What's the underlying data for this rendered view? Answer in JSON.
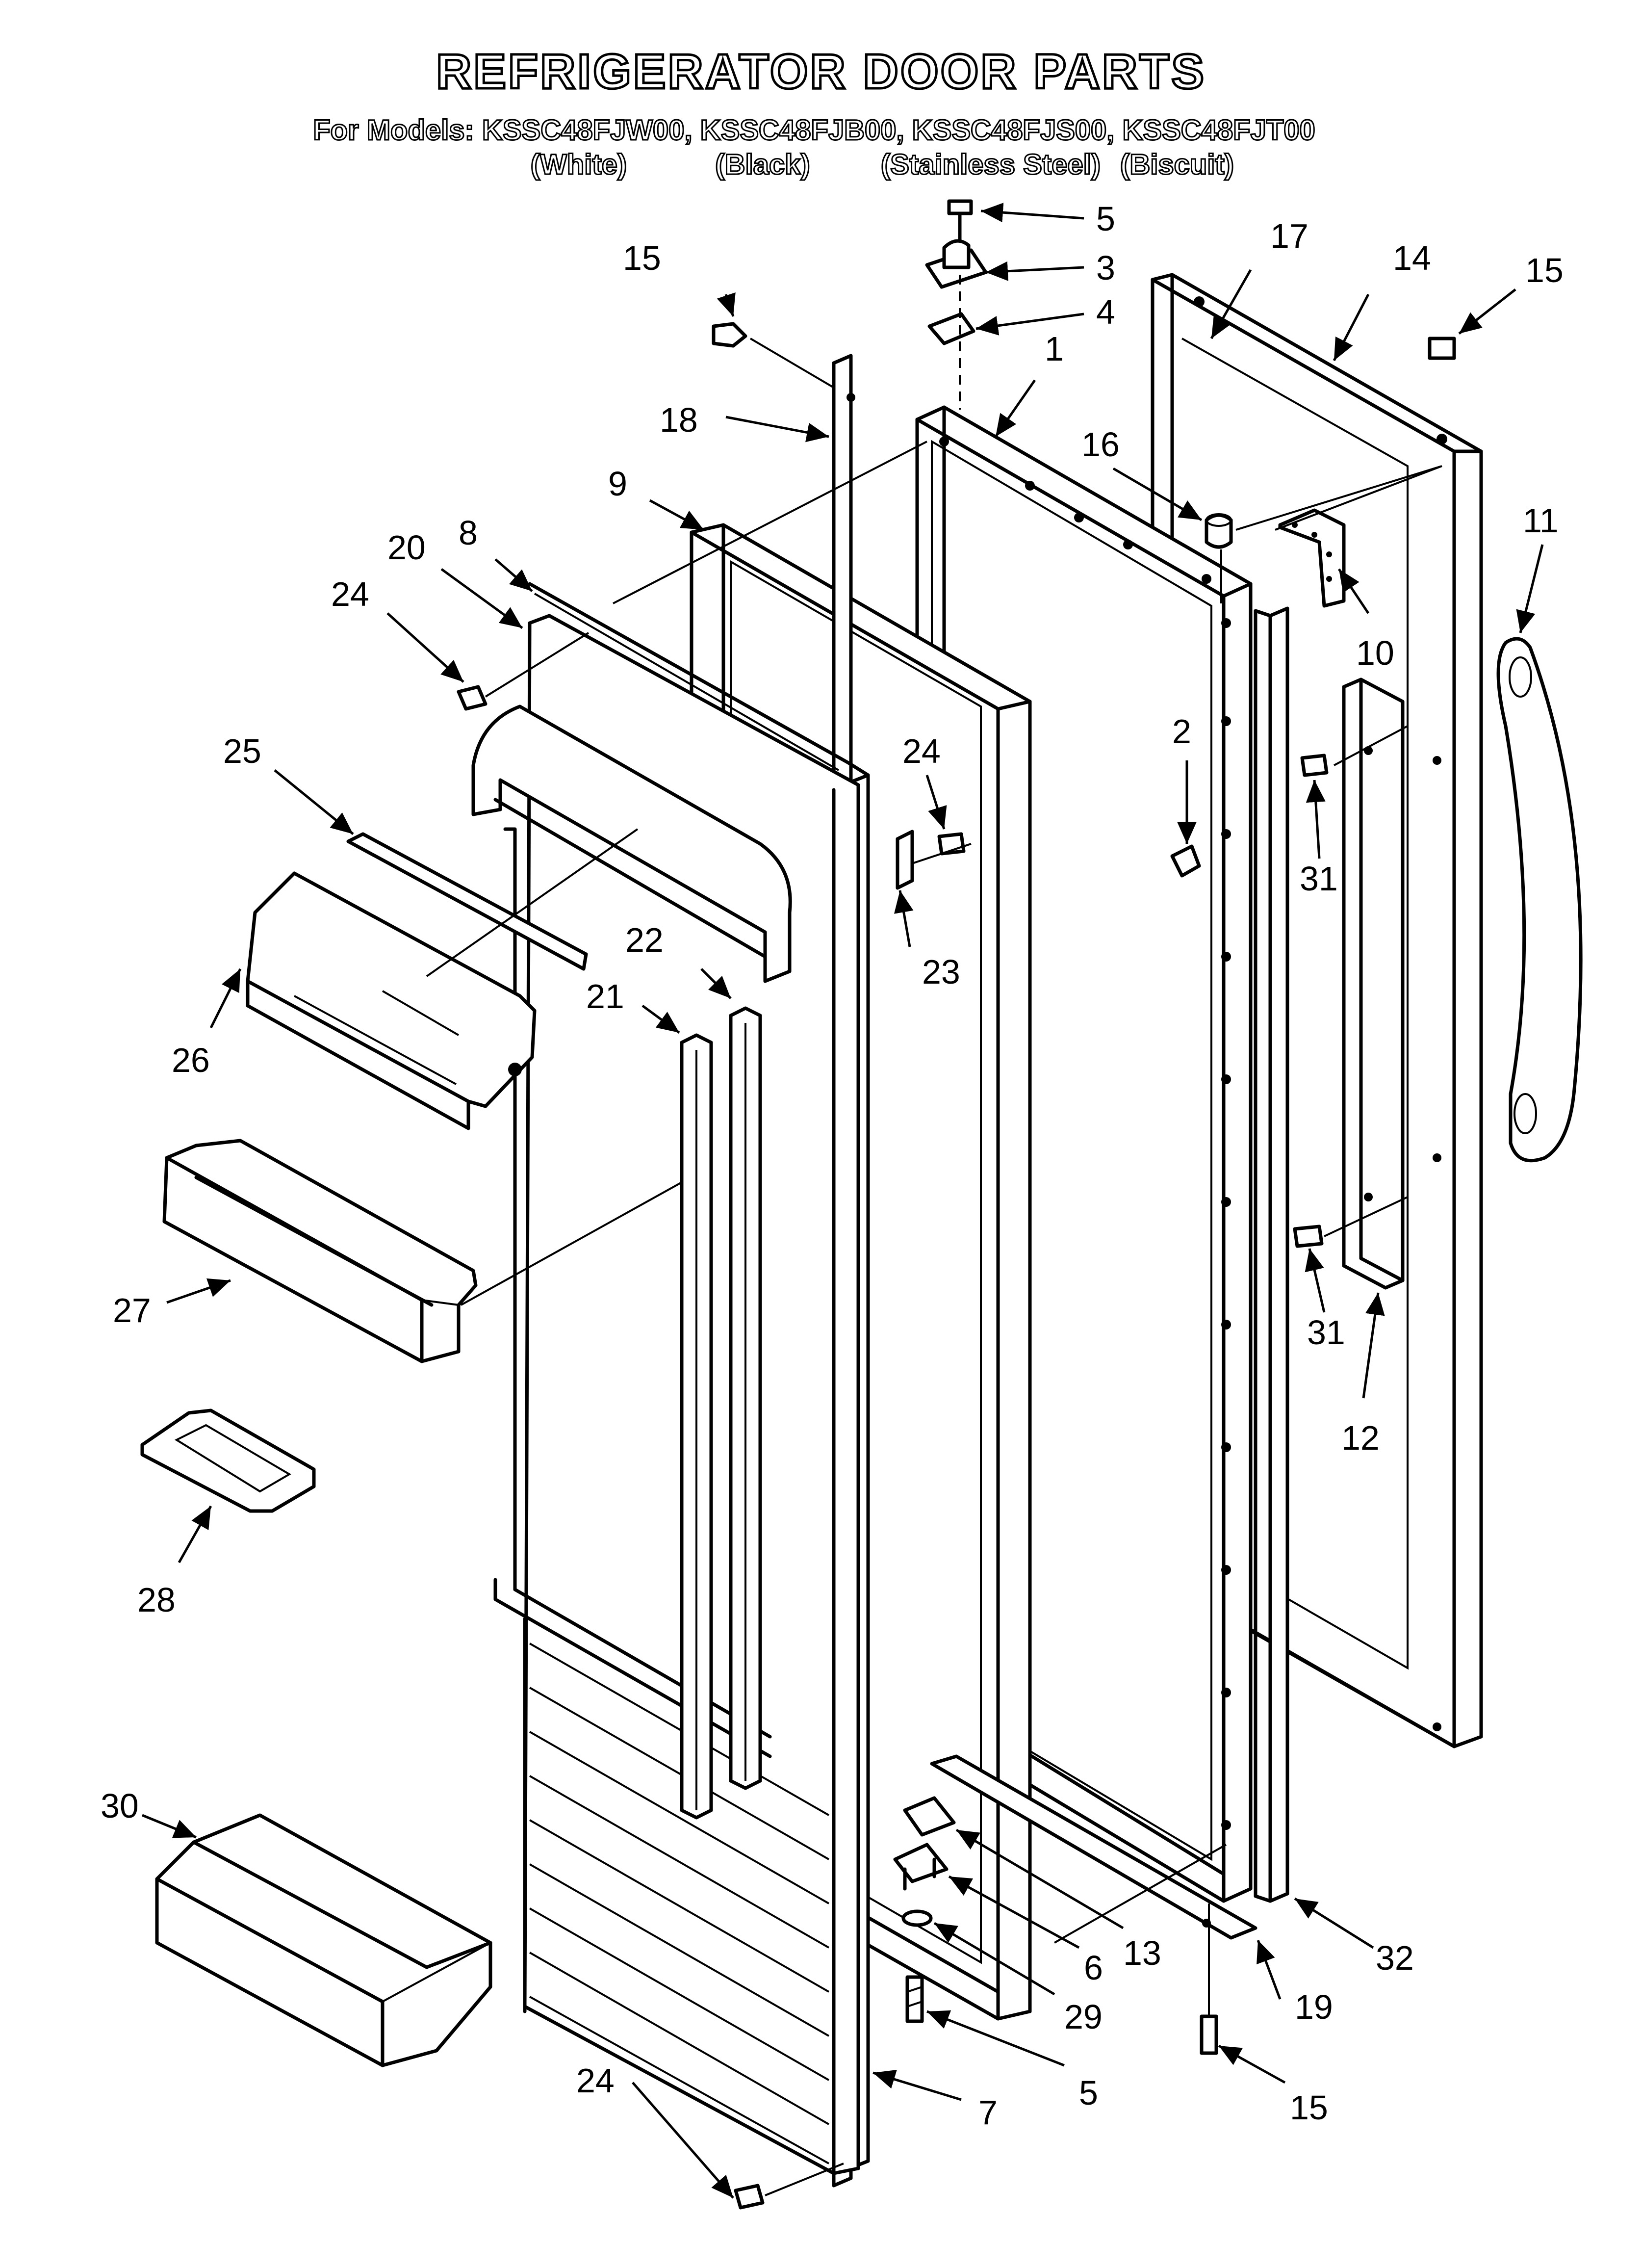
{
  "title": "REFRIGERATOR DOOR PARTS",
  "models_line": "For Models: KSSC48FJW00, KSSC48FJB00, KSSC48FJS00, KSSC48FJT00",
  "colors": [
    "(White)",
    "(Black)",
    "(Stainless Steel)",
    "(Biscuit)"
  ],
  "callouts": {
    "c1": "1",
    "c2": "2",
    "c3": "3",
    "c4": "4",
    "c5a": "5",
    "c5b": "5",
    "c6": "6",
    "c7": "7",
    "c8": "8",
    "c9": "9",
    "c10": "10",
    "c11": "11",
    "c12": "12",
    "c13": "13",
    "c14": "14",
    "c15a": "15",
    "c15b": "15",
    "c15c": "15",
    "c16": "16",
    "c17": "17",
    "c18": "18",
    "c19": "19",
    "c20": "20",
    "c21": "21",
    "c22": "22",
    "c23": "23",
    "c24a": "24",
    "c24b": "24",
    "c24c": "24",
    "c25": "25",
    "c26": "26",
    "c27": "27",
    "c28": "28",
    "c29": "29",
    "c30": "30",
    "c31a": "31",
    "c31b": "31",
    "c32": "32"
  }
}
